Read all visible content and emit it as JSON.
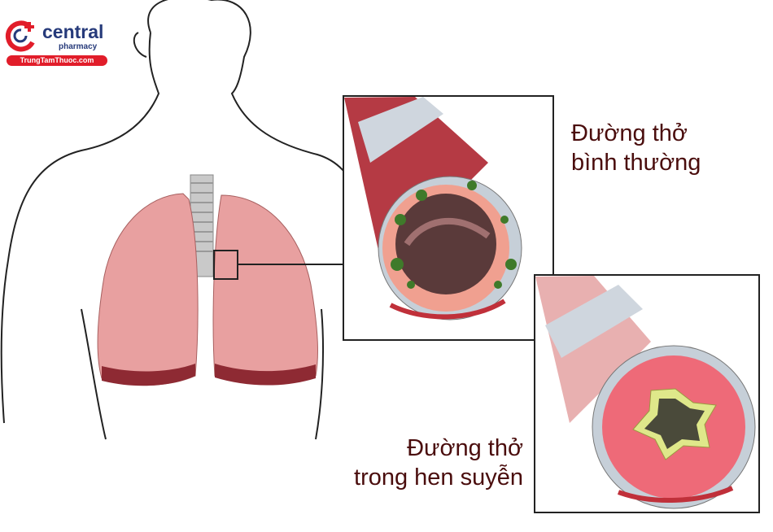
{
  "logo": {
    "name": "central",
    "subtitle": "pharmacy",
    "url": "TrungTamThuoc.com",
    "color": "#e11d2a"
  },
  "labels": {
    "normal_line1": "Đường thở",
    "normal_line2": "bình thường",
    "asthma_line1": "Đường thở",
    "asthma_line2": "trong hen suyễn"
  },
  "colors": {
    "lung": "#e8a0a0",
    "lung_dark": "#8e2a33",
    "label": "#4a0d0d",
    "mucus": "#3f7a2a"
  }
}
